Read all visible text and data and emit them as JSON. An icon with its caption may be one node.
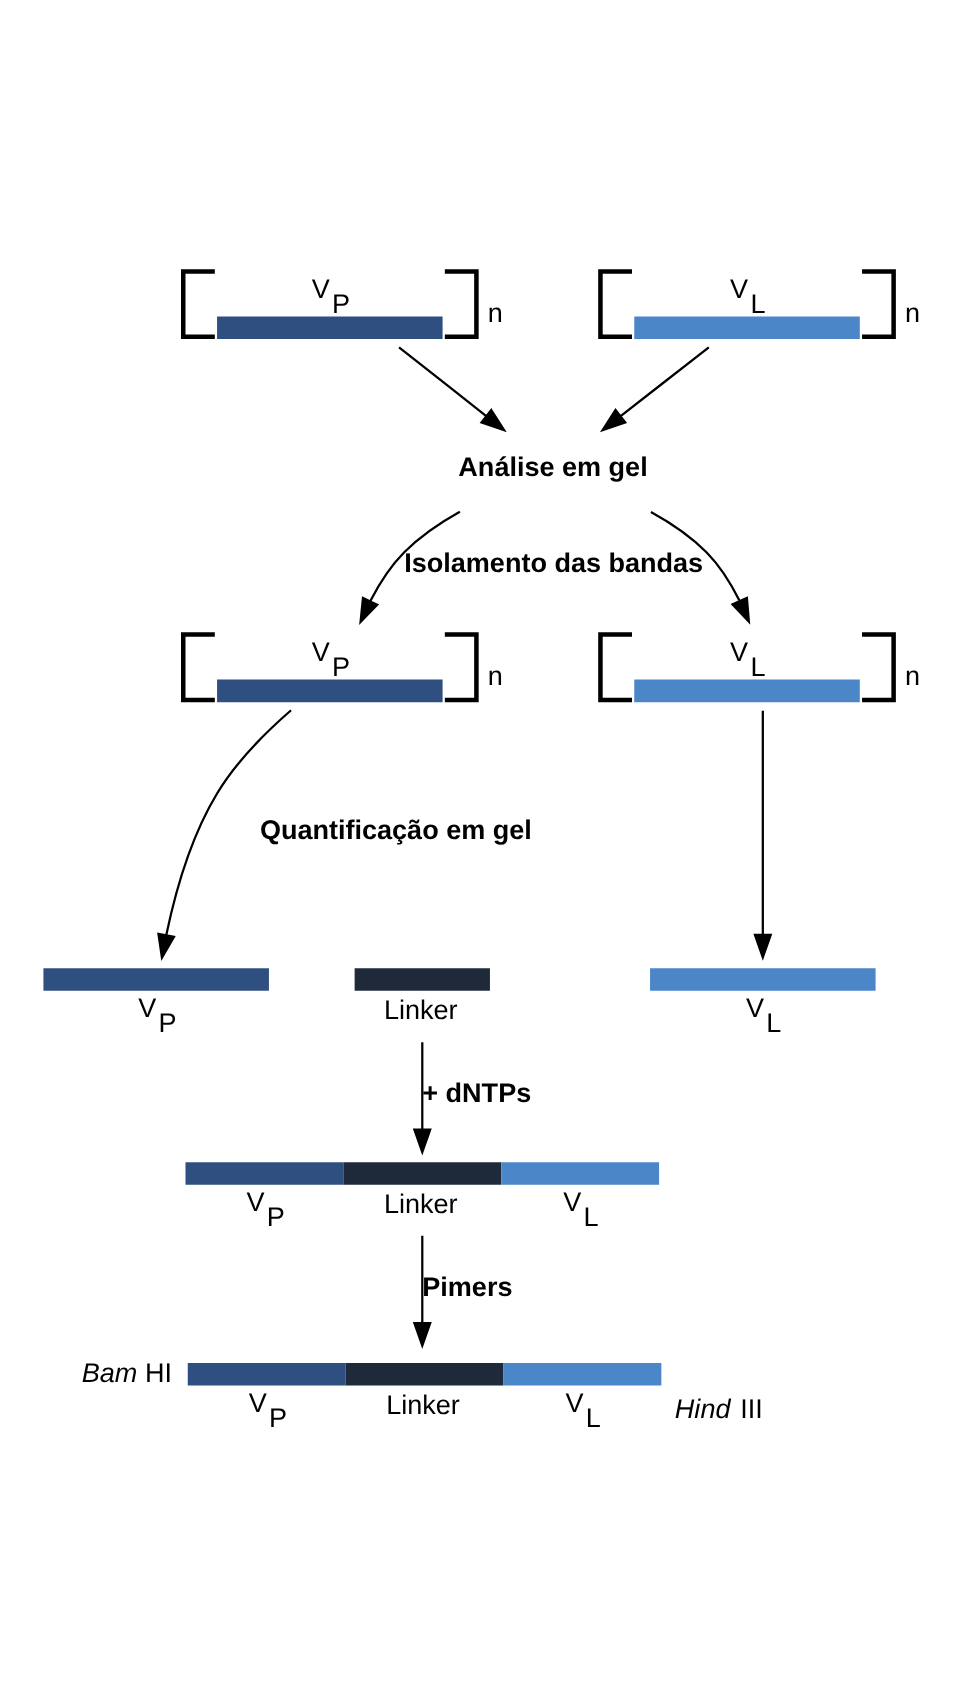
{
  "diagram": {
    "nodes": [
      {
        "text": [
          "V$_{P}$"
        ],
        "beside": [
          "n"
        ]
      },
      {
        "text": [
          "V$_{L}$"
        ],
        "beside": [
          "n"
        ]
      },
      {
        "text": [
          "Análise em gel"
        ]
      },
      {
        "text": [
          "V$_{P}$"
        ],
        "beside": [
          "n"
        ]
      },
      {
        "text": [
          "V$_{L}$"
        ],
        "beside": [
          "n"
        ]
      },
      {
        "text": [
          "V$_{P}$"
        ]
      },
      {
        "text": [
          "Linker"
        ]
      },
      {
        "text": [
          "V$_{L}$"
        ]
      },
      {
        "text": [
          "V$_{P}$",
          "Linker",
          "V$_{L}$"
        ]
      },
      {
        "text": [
          "V$_{P}$",
          "Linker",
          "V$_{L}$"
        ],
        "beside": [
          "*Bam* HI",
          "*Hind* III"
        ]
      }
    ],
    "edges": [
      {
        "from": 0,
        "to": 2,
        "arrow": "to"
      },
      {
        "from": 1,
        "to": 2,
        "arrow": "to"
      },
      {
        "from": 2,
        "to": 3,
        "arrow": "to",
        "label": "Isolamento das bandas"
      },
      {
        "from": 2,
        "to": 4,
        "arrow": "to"
      },
      {
        "from": 3,
        "to": 5,
        "arrow": "to"
      },
      {
        "from": 4,
        "to": 7,
        "arrow": "to"
      },
      {
        "from": 6,
        "to": 8,
        "arrow": "to",
        "label": "+ dNTPs"
      },
      {
        "from": 8,
        "to": 9,
        "arrow": "to",
        "label": "Pimers"
      }
    ],
    "labels": [
      "Quantificação em gel"
    ]
  }
}
